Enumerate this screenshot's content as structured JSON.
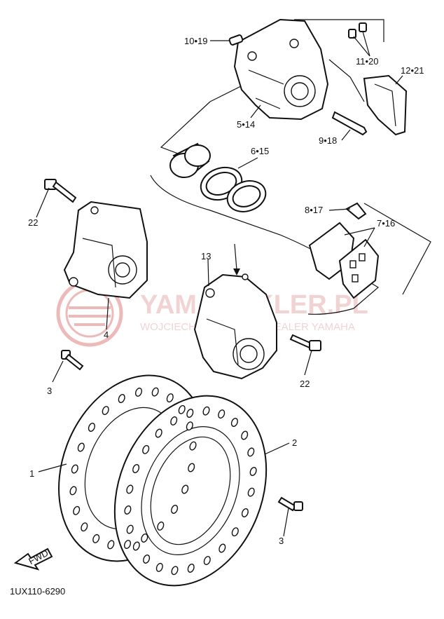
{
  "callouts": {
    "c10_19": "10•19",
    "c11_20": "11•20",
    "c12_21": "12•21",
    "c5_14": "5•14",
    "c9_18": "9•18",
    "c6_15": "6•15",
    "c8_17": "8•17",
    "c7_16": "7•16",
    "c22a": "22",
    "c22b": "22",
    "c13": "13",
    "c4": "4",
    "c3a": "3",
    "c3b": "3",
    "c1": "1",
    "c2": "2"
  },
  "fwd_label": "FWD",
  "diagram_code": "1UX110-6290",
  "watermark": {
    "title": "YAMAHAKLER.PL",
    "subtitle": "WOJCIECH PRZYBYLICZ DEALER YAMAHA"
  },
  "colors": {
    "ink": "#111111",
    "watermark": "#e6b0b0",
    "watermark_logo": "#e08080"
  }
}
